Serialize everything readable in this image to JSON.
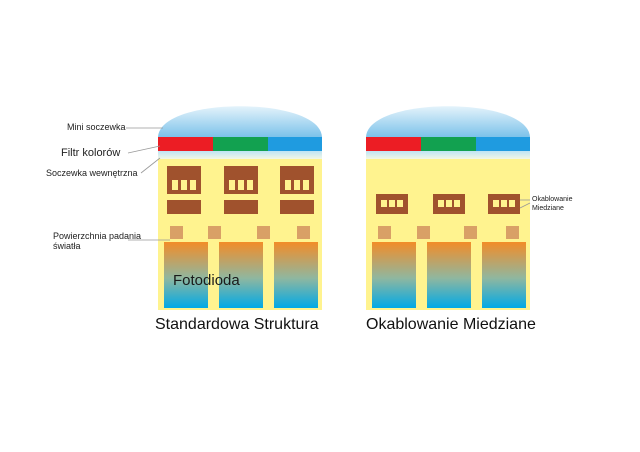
{
  "colors": {
    "substrate": "#fff38f",
    "lens_light": "#cfe8f6",
    "lens_dark": "#5fb3e3",
    "filter_red": "#ec1d24",
    "filter_green": "#12a150",
    "filter_blue": "#1f9be0",
    "filter_strip": "#cdeaf7",
    "wiring": "#a0522d",
    "window": "#d9a066",
    "diode_top": "#f28c28",
    "diode_bottom": "#00a9e6",
    "leader": "#999999"
  },
  "labels": {
    "mini_lens": "Mini soczewka",
    "color_filter": "Filtr kolorów",
    "inner_lens": "Soczewka wewnętrzna",
    "light_surface_1": "Powierzchnia padania",
    "light_surface_2": "światła",
    "photodiode": "Fotodioda",
    "copper_wiring_1": "Okablowanie",
    "copper_wiring_2": "Miedziane"
  },
  "captions": {
    "standard": "Standardowa Struktura",
    "copper": "Okablowanie Miedziane"
  }
}
